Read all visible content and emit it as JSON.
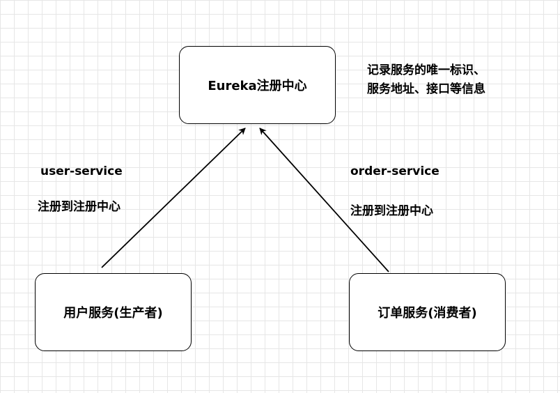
{
  "nodes": {
    "registry": "Eureka注册中心",
    "producer": "用户服务(生产者)",
    "consumer": "订单服务(消费者)"
  },
  "note": {
    "line1": "记录服务的唯一标识、",
    "line2": "服务地址、接口等信息"
  },
  "edges": {
    "left": {
      "service": "user-service",
      "action": "注册到注册中心"
    },
    "right": {
      "service": "order-service",
      "action": "注册到注册中心"
    }
  }
}
